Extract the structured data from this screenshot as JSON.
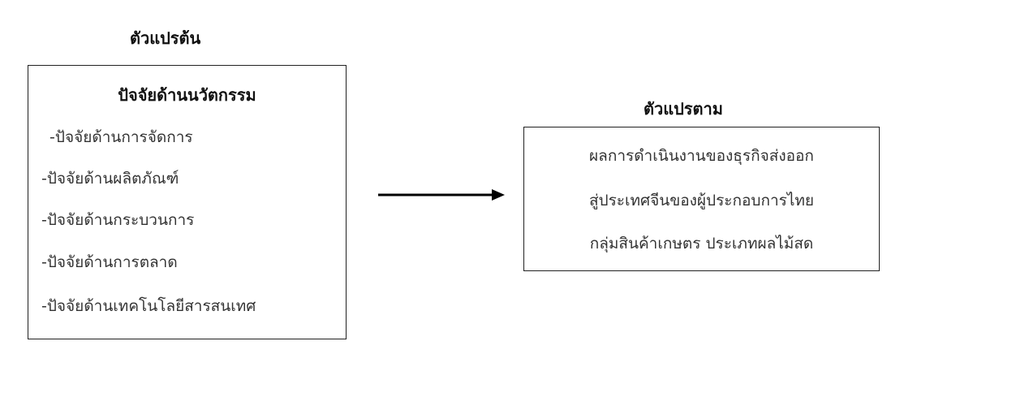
{
  "independent": {
    "heading": "ตัวแปรต้น",
    "box_title": "ปัจจัยด้านนวัตกรรม",
    "items": [
      " -ปัจจัยด้านการจัดการ",
      "-ปัจจัยด้านผลิตภัณฑ์",
      "-ปัจจัยด้านกระบวนการ",
      "-ปัจจัยด้านการตลาด",
      "-ปัจจัยด้านเทคโนโลยีสารสนเทศ"
    ]
  },
  "dependent": {
    "heading": "ตัวแปรตาม",
    "lines": [
      "ผลการดำเนินงานของธุรกิจส่งออก",
      "สู่ประเทศจีนของผู้ประกอบการไทย",
      "กลุ่มสินค้าเกษตร ประเภทผลไม้สด"
    ]
  }
}
